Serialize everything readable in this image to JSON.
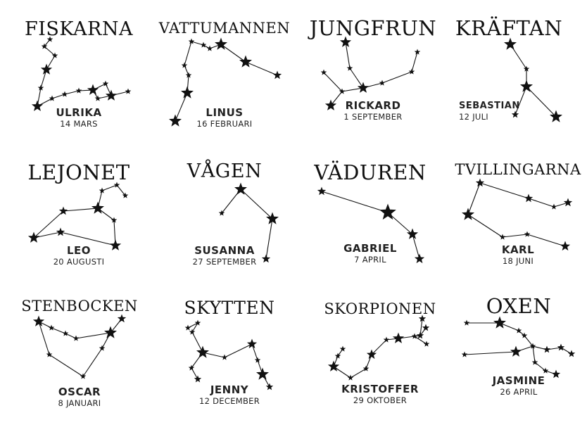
{
  "cards": [
    {
      "sign": "FISKARNA",
      "name": "ULRIKA",
      "date": "14 MARS"
    },
    {
      "sign": "VATTUMANNEN",
      "name": "LINUS",
      "date": "16 FEBRUARI"
    },
    {
      "sign": "JUNGFRUN",
      "name": "RICKARD",
      "date": "1 SEPTEMBER"
    },
    {
      "sign": "KRÄFTAN",
      "name": "SEBASTIAN",
      "date": "12 JULI"
    },
    {
      "sign": "LEJONET",
      "name": "LEO",
      "date": "20 AUGUSTI"
    },
    {
      "sign": "VÅGEN",
      "name": "SUSANNA",
      "date": "27 SEPTEMBER"
    },
    {
      "sign": "VÄDUREN",
      "name": "GABRIEL",
      "date": "7 APRIL"
    },
    {
      "sign": "TVILLINGARNA",
      "name": "KARL",
      "date": "18 JUNI"
    },
    {
      "sign": "STENBOCKEN",
      "name": "OSCAR",
      "date": "8 JANUARI"
    },
    {
      "sign": "SKYTTEN",
      "name": "JENNY",
      "date": "12 DECEMBER"
    },
    {
      "sign": "SKORPIONEN",
      "name": "KRISTOFFER",
      "date": "29 OKTOBER"
    },
    {
      "sign": "OXEN",
      "name": "JASMINE",
      "date": "26 APRIL"
    }
  ],
  "colors": {
    "ink": "#111111",
    "background": "#ffffff"
  }
}
